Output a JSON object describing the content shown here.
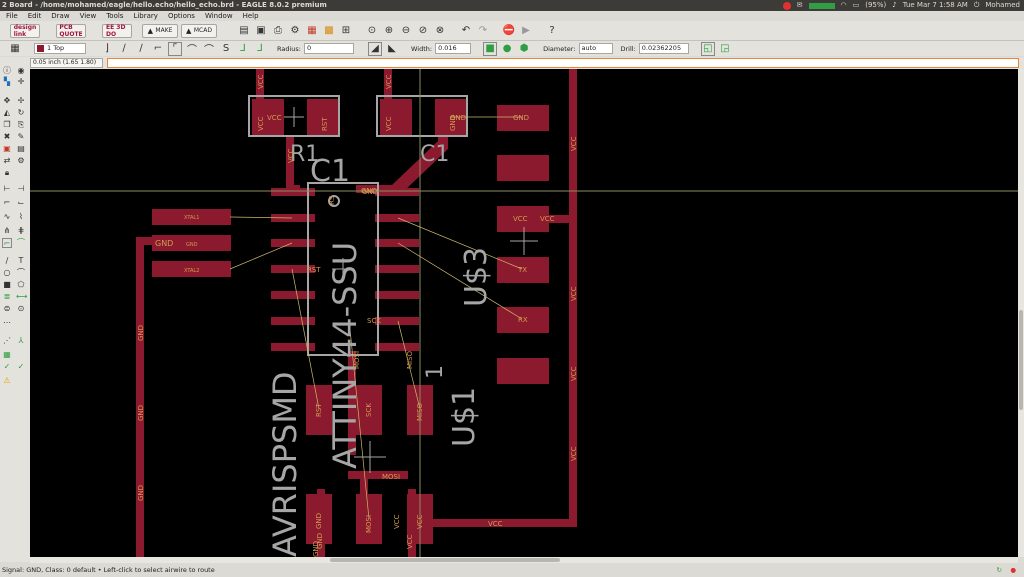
{
  "window": {
    "title": "2 Board - /home/mohamed/eagle/hello.echo/hello_echo.brd - EAGLE 8.0.2 premium",
    "battery": "(95%)",
    "clock": "Tue Mar 7  1:58 AM",
    "user": "Mohamed"
  },
  "menu": [
    "File",
    "Edit",
    "Draw",
    "View",
    "Tools",
    "Library",
    "Options",
    "Window",
    "Help"
  ],
  "toolbar": {
    "design_link": "design link",
    "pcb_quote": "PCB QUOTE",
    "make": "MAKE",
    "mcad": "MCAD",
    "ee_label": "EE 3D DO"
  },
  "params": {
    "layer": "1 Top",
    "radius_label": "Radius:",
    "radius_value": "0",
    "width_label": "Width:",
    "width_value": "0.016",
    "diameter_label": "Diameter:",
    "diameter_value": "auto",
    "drill_label": "Drill:",
    "drill_value": "0.02362205"
  },
  "coordinate": "0.05 inch (1.65 1.80)",
  "command": "",
  "status": "Signal: GND, Class: 0 default  • Left-click to select airwire to route",
  "board": {
    "trace_color": "#8b1a2e",
    "silk_color": "#a6a6a6",
    "label_color": "#d29b52",
    "components": {
      "r1": "R1",
      "c1_top": "C1",
      "c1_center": "C1",
      "u3": "U$3",
      "u1": "U$1",
      "ic": "ATTINY44-SSU",
      "isp": "AVRISPSMD",
      "pin1": "1"
    },
    "pads": {
      "r1_left": "VCC",
      "r1_right": "RST",
      "c1_left": "VCC",
      "c1_right": "GND",
      "ftdi_1": "GND",
      "ftdi_3": "VCC",
      "ftdi_4": "TX",
      "ftdi_5": "RX",
      "xtal1": "XTAL1",
      "xtal2": "XTAL2",
      "xtal_gnd": "GND",
      "isp_rst": "RST",
      "isp_sck": "SCK",
      "isp_miso": "MISO",
      "isp_gnd": "GND",
      "isp_mosi": "MOSI",
      "isp_vcc": "VCC",
      "ic_gnd": "GND",
      "ic_rst": "RST",
      "ic_sck": "SCK",
      "ic_rs": "RS"
    },
    "nets": {
      "vcc_top_left": "VCC",
      "vcc_top_mid": "VCC",
      "vcc_r1": "VCC",
      "vcc_r1_b": "VCC",
      "gnd_c1": "GND",
      "gnd_ftdi": "GND",
      "gnd_xtal": "GND",
      "vcc_ftdi": "VCC",
      "vcc_bottom": "VCC",
      "isp_miso_net": "MISO",
      "isp_mosi_net": "MOSI",
      "isp_gnd_net": "GND",
      "isp_vcc_net": "VCC",
      "ic_mosi": "MOSI",
      "left_gnd_1": "GND",
      "left_gnd_2": "GND",
      "left_gnd_3": "GND",
      "right_vcc_1": "VCC",
      "right_vcc_2": "VCC",
      "right_vcc_3": "VCC",
      "right_vcc_4": "VCC",
      "ic_vcc": "VCC",
      "isp_gnd_bottom": "GND"
    }
  }
}
